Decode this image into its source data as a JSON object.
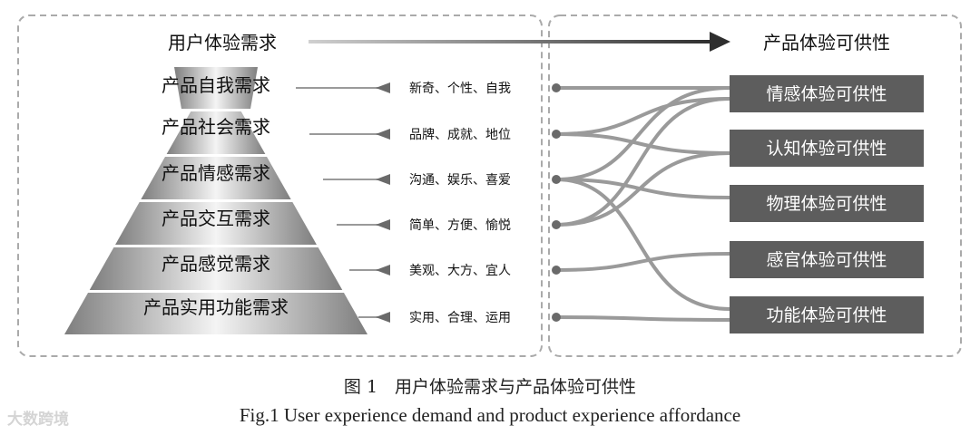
{
  "header": {
    "left_title": "用户体验需求",
    "right_title": "产品体验可供性"
  },
  "pyramid_levels": [
    "产品自我需求",
    "产品社会需求",
    "产品情感需求",
    "产品交互需求",
    "产品感觉需求",
    "产品实用功能需求"
  ],
  "descriptors": [
    "新奇、个性、自我",
    "品牌、成就、地位",
    "沟通、娱乐、喜爱",
    "简单、方便、愉悦",
    "美观、大方、宜人",
    "实用、合理、运用"
  ],
  "affordances": [
    "情感体验可供性",
    "认知体验可供性",
    "物理体验可供性",
    "感官体验可供性",
    "功能体验可供性"
  ],
  "caption": {
    "cn": "图 1　用户体验需求与产品体验可供性",
    "en": "Fig.1 User experience demand and product experience affordance"
  },
  "watermark": "大数跨境",
  "colors": {
    "box_fill": "#5d5d5d",
    "box_text": "#ffffff",
    "connector": "#9a9a9a",
    "arrow": "#3a3a3a",
    "dashed_border": "#aaaaaa"
  }
}
